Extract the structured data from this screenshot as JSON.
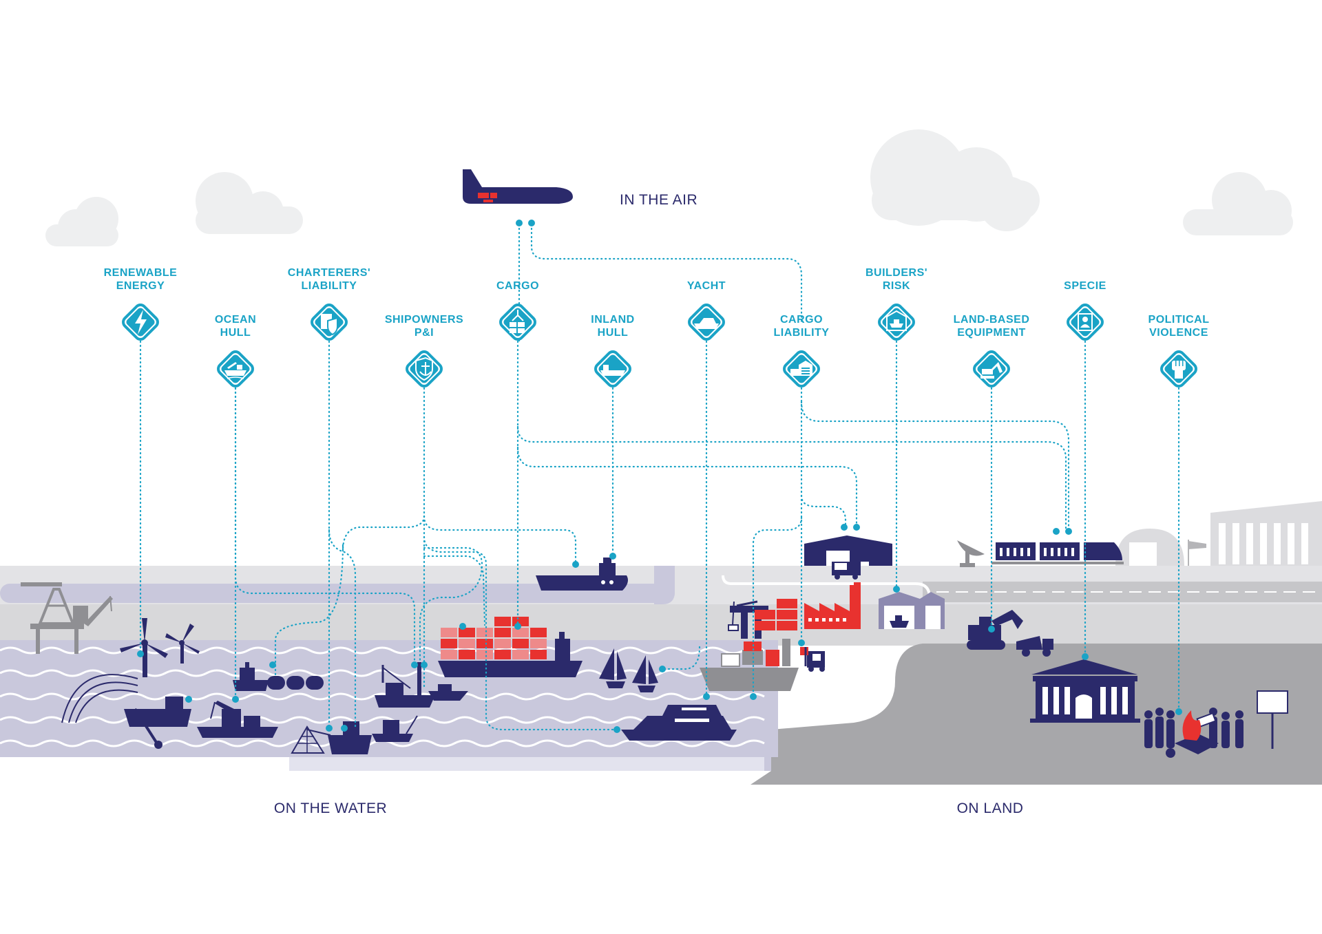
{
  "sections": {
    "air": "IN THE AIR",
    "water": "ON THE WATER",
    "land": "ON LAND"
  },
  "categories": [
    {
      "id": "renewable-energy",
      "line1": "RENEWABLE",
      "line2": "ENERGY",
      "icon": "lightning-icon"
    },
    {
      "id": "ocean-hull",
      "line1": "OCEAN",
      "line2": "HULL",
      "icon": "ship-icon"
    },
    {
      "id": "charterers-liability",
      "line1": "CHARTERERS'",
      "line2": "LIABILITY",
      "icon": "shield-document-icon"
    },
    {
      "id": "shipowners-pi",
      "line1": "SHIPOWNERS",
      "line2": "P&I",
      "icon": "shield-anchor-icon"
    },
    {
      "id": "cargo",
      "line1": "CARGO",
      "line2": "",
      "icon": "crane-hook-icon"
    },
    {
      "id": "inland-hull",
      "line1": "INLAND",
      "line2": "HULL",
      "icon": "barge-icon"
    },
    {
      "id": "yacht",
      "line1": "YACHT",
      "line2": "",
      "icon": "yacht-icon"
    },
    {
      "id": "cargo-liability",
      "line1": "CARGO",
      "line2": "LIABILITY",
      "icon": "warehouse-truck-icon"
    },
    {
      "id": "builders-risk",
      "line1": "BUILDERS'",
      "line2": "RISK",
      "icon": "ship-build-icon"
    },
    {
      "id": "land-based-equipment",
      "line1": "LAND-BASED",
      "line2": "EQUIPMENT",
      "icon": "excavator-icon"
    },
    {
      "id": "specie",
      "line1": "SPECIE",
      "line2": "",
      "icon": "framed-portrait-icon"
    },
    {
      "id": "political-violence",
      "line1": "POLITICAL",
      "line2": "VIOLENCE",
      "icon": "raised-fist-icon"
    }
  ],
  "colors": {
    "accent": "#1aa3c6",
    "navy": "#2b2a6b",
    "red": "#e8322f",
    "water": "#c9c8dc",
    "land": "#a7a7aa",
    "road": "#d8d8da"
  }
}
